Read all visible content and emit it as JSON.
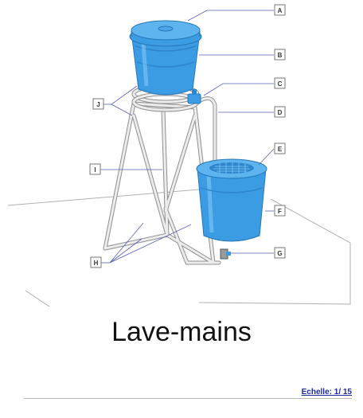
{
  "labels": {
    "A": "A",
    "B": "B",
    "C": "C",
    "D": "D",
    "E": "E",
    "F": "F",
    "G": "G",
    "H": "H",
    "I": "I",
    "J": "J"
  },
  "caption": "Lave-mains",
  "scale": "Echelle: 1/ 15",
  "colors": {
    "tank_blue": "#3b9be3",
    "tank_light": "#6cc0f5",
    "frame": "#e8e8e8",
    "frame_edge": "#8f8f8f",
    "leader": "#5a5fb8",
    "scale_text": "#1a2a9c"
  }
}
